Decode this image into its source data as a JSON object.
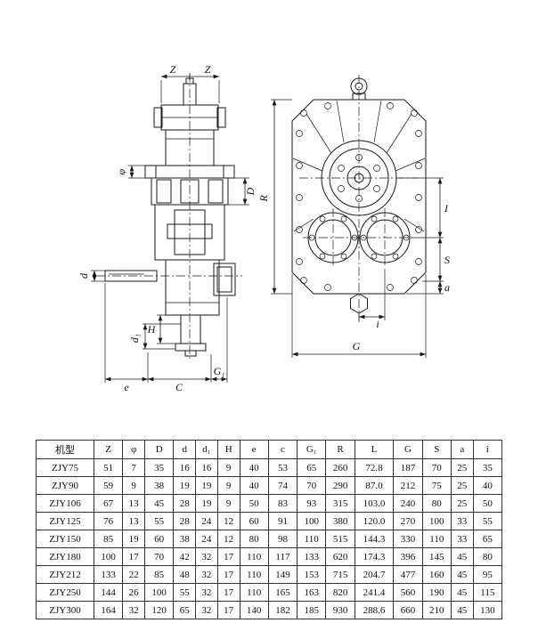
{
  "drawing": {
    "left_view": {
      "dim_labels": {
        "z1": "Z",
        "z2": "Z",
        "phi": "φ",
        "D": "D",
        "d": "d",
        "d1": "d₁",
        "H": "H",
        "e": "e",
        "C": "C",
        "G1": "G₁"
      }
    },
    "right_view": {
      "dim_labels": {
        "R": "R",
        "I": "I",
        "S": "S",
        "a": "a",
        "i": "i",
        "G": "G"
      }
    }
  },
  "table": {
    "headers": [
      "机型",
      "Z",
      "φ",
      "D",
      "d",
      "d₁",
      "H",
      "e",
      "c",
      "G₁",
      "R",
      "L",
      "G",
      "S",
      "a",
      "i"
    ],
    "rows": [
      [
        "ZJY75",
        "51",
        "7",
        "35",
        "16",
        "16",
        "9",
        "40",
        "53",
        "65",
        "260",
        "72.8",
        "187",
        "70",
        "25",
        "35"
      ],
      [
        "ZJY90",
        "59",
        "9",
        "38",
        "19",
        "19",
        "9",
        "40",
        "74",
        "70",
        "290",
        "87.0",
        "212",
        "75",
        "25",
        "40"
      ],
      [
        "ZJY106",
        "67",
        "13",
        "45",
        "28",
        "19",
        "9",
        "50",
        "83",
        "93",
        "315",
        "103.0",
        "240",
        "80",
        "25",
        "50"
      ],
      [
        "ZJY125",
        "76",
        "13",
        "55",
        "28",
        "24",
        "12",
        "60",
        "91",
        "100",
        "380",
        "120.0",
        "270",
        "100",
        "33",
        "55"
      ],
      [
        "ZJY150",
        "85",
        "19",
        "60",
        "38",
        "24",
        "12",
        "80",
        "98",
        "110",
        "515",
        "144.3",
        "330",
        "110",
        "33",
        "65"
      ],
      [
        "ZJY180",
        "100",
        "17",
        "70",
        "42",
        "32",
        "17",
        "110",
        "117",
        "133",
        "620",
        "174.3",
        "396",
        "145",
        "45",
        "80"
      ],
      [
        "ZJY212",
        "133",
        "22",
        "85",
        "48",
        "32",
        "17",
        "110",
        "149",
        "153",
        "715",
        "204.7",
        "477",
        "160",
        "45",
        "95"
      ],
      [
        "ZJY250",
        "144",
        "26",
        "100",
        "55",
        "32",
        "17",
        "110",
        "165",
        "163",
        "820",
        "241.4",
        "560",
        "190",
        "45",
        "115"
      ],
      [
        "ZJY300",
        "164",
        "32",
        "120",
        "65",
        "32",
        "17",
        "140",
        "182",
        "185",
        "930",
        "288.6",
        "660",
        "210",
        "45",
        "130"
      ]
    ]
  }
}
